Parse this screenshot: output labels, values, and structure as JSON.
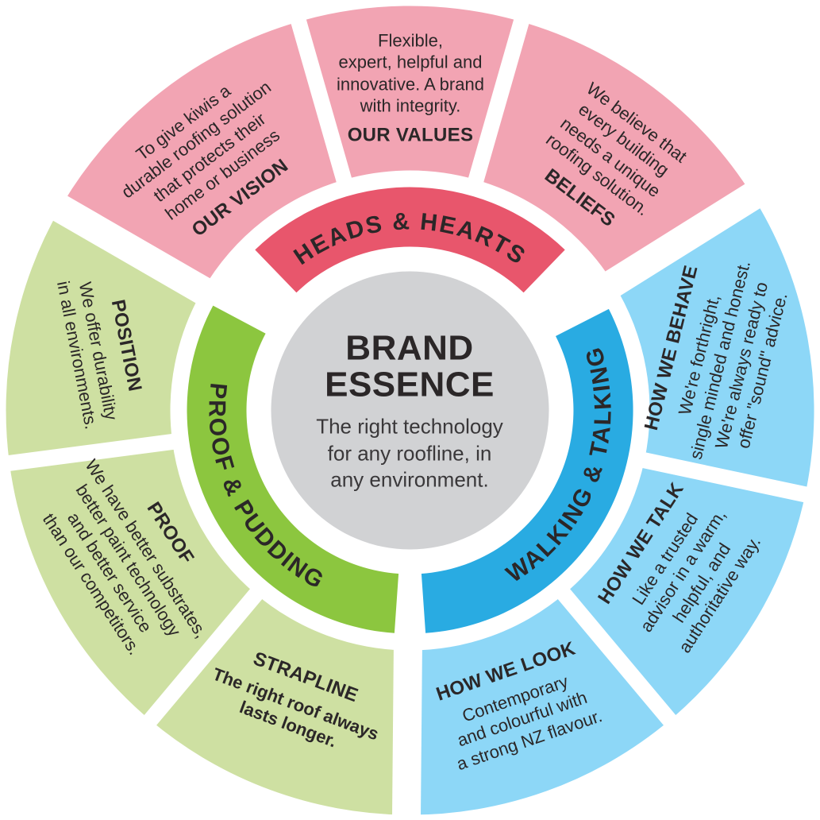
{
  "colors": {
    "pink": "#F2A4B3",
    "red": "#E8566C",
    "light_blue": "#8DD7F7",
    "blue": "#29ABE2",
    "light_green": "#CEE0A2",
    "green": "#8CC63F",
    "gray": "#D1D2D4",
    "ink": "#2B2728"
  },
  "center": {
    "title": "BRAND\nESSENCE",
    "subtitle": "The right technology\nfor any roofline, in\nany environment."
  },
  "rings": [
    {
      "id": "heads-hearts",
      "label": "HEADS & HEARTS"
    },
    {
      "id": "walking-talking",
      "label": "WALKING & TALKING"
    },
    {
      "id": "proof-pudding",
      "label": "PROOF & PUDDING"
    }
  ],
  "segments": [
    {
      "id": "our-vision",
      "label": "OUR VISION",
      "body": "To give kiwis a\ndurable roofing solution\nthat protects their\nhome or business"
    },
    {
      "id": "our-values",
      "label": "OUR VALUES",
      "body": "Flexible,\nexpert, helpful and\ninnovative. A brand\nwith integrity."
    },
    {
      "id": "beliefs",
      "label": "BELIEFS",
      "body": "We believe that\nevery building\nneeds a unique\nroofing solution."
    },
    {
      "id": "how-we-behave",
      "label": "HOW WE BEHAVE",
      "body": "We're forthright,\nsingle minded and honest.\nWe're always ready to\noffer \"sound\" advice."
    },
    {
      "id": "how-we-talk",
      "label": "HOW WE TALK",
      "body": "Like a trusted\nadvisor in a warm,\nhelpful, and\nauthoritative way."
    },
    {
      "id": "how-we-look",
      "label": "HOW WE LOOK",
      "body": "Contemporary\nand colourful with\na strong NZ flavour."
    },
    {
      "id": "strapline",
      "label": "STRAPLINE",
      "body": "The right roof always\nlasts longer."
    },
    {
      "id": "proof",
      "label": "PROOF",
      "body": "We have better substrates,\nbetter paint technology\nand better service\nthan our competitors."
    },
    {
      "id": "position",
      "label": "POSITION",
      "body": "We offer durability\nin all environments."
    }
  ]
}
